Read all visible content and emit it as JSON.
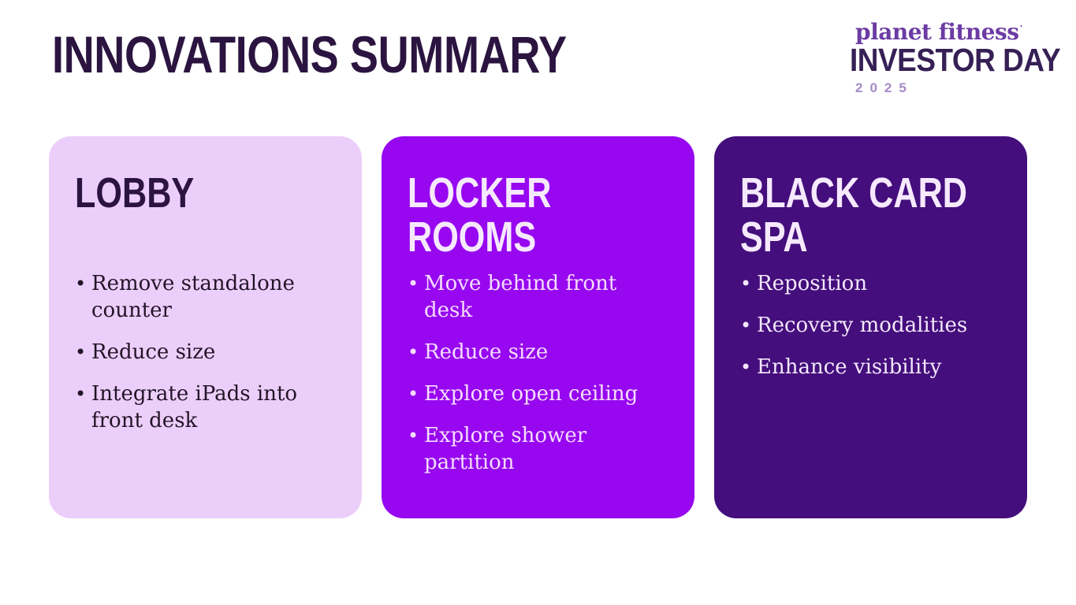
{
  "slide": {
    "title": "INNOVATIONS SUMMARY",
    "logo": {
      "brand": "planet fitness",
      "reg_mark": "·",
      "event": "INVESTOR DAY",
      "year": "2025"
    },
    "cards": [
      {
        "title": "LOBBY",
        "bullets": [
          "Remove standalone counter",
          "Reduce size",
          "Integrate iPads into front desk"
        ]
      },
      {
        "title": "LOCKER ROOMS",
        "bullets": [
          "Move behind front desk",
          "Reduce size",
          "Explore open ceiling",
          "Explore shower partition"
        ]
      },
      {
        "title": "BLACK CARD SPA",
        "bullets": [
          "Reposition",
          "Recovery modalities",
          "Enhance visibility"
        ]
      }
    ],
    "colors": {
      "title_text": "#2B1540",
      "card1_bg": "#ECCEFA",
      "card1_text": "#231528",
      "card2_bg": "#9708F0",
      "card2_text": "#F5DCFE",
      "card3_bg": "#440E7C",
      "card3_text": "#F3E7FB",
      "brand_purple": "#6C3BA4",
      "event_dark": "#362055",
      "year_light": "#A58BC5"
    }
  }
}
